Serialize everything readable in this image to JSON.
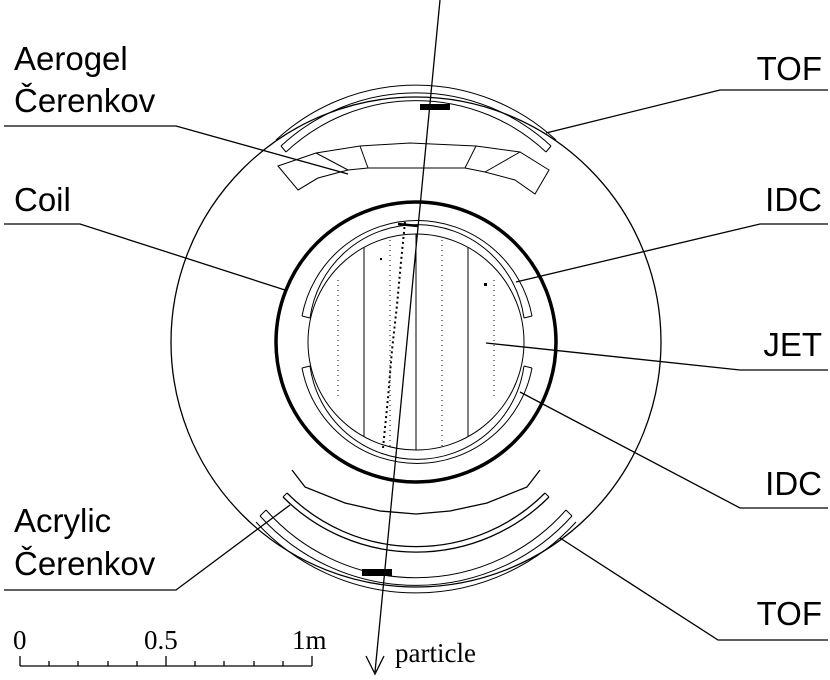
{
  "labels": {
    "aerogel_line1": "Aerogel",
    "aerogel_line2": "Čerenkov",
    "coil": "Coil",
    "acrylic_line1": "Acrylic",
    "acrylic_line2": "Čerenkov",
    "tof_top": "TOF",
    "idc_top": "IDC",
    "jet": "JET",
    "idc_bottom": "IDC",
    "tof_bottom": "TOF",
    "particle": "particle"
  },
  "scale_bar": {
    "label_start": "0",
    "label_mid": "0.5",
    "label_end": "1m"
  }
}
